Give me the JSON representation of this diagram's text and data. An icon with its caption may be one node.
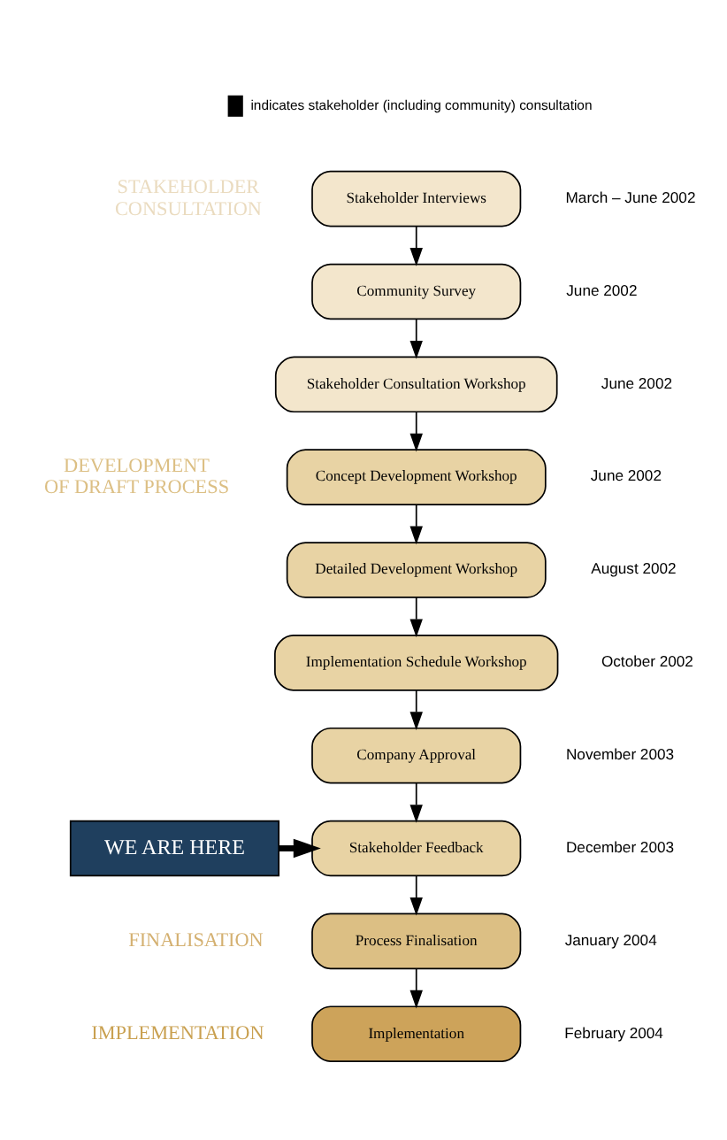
{
  "diagram": {
    "nodes": [
      {
        "text": [
          "Stakeholder Interviews"
        ],
        "beside": [
          "March – June 2002"
        ]
      },
      {
        "text": [
          "Community Survey"
        ],
        "beside": [
          "June 2002"
        ]
      },
      {
        "text": [
          "Stakeholder Consultation Workshop"
        ],
        "beside": [
          "June 2002"
        ]
      },
      {
        "text": [
          "Concept Development Workshop"
        ],
        "beside": [
          "June 2002"
        ]
      },
      {
        "text": [
          "Detailed Development Workshop"
        ],
        "beside": [
          "August 2002"
        ]
      },
      {
        "text": [
          "Implementation Schedule Workshop"
        ],
        "beside": [
          "October 2002"
        ]
      },
      {
        "text": [
          "Company Approval"
        ],
        "beside": [
          "November 2003"
        ]
      },
      {
        "text": [
          "Stakeholder Feedback"
        ],
        "beside": [
          "December 2003"
        ]
      },
      {
        "text": [
          "Process Finalisation"
        ],
        "beside": [
          "January 2004"
        ]
      },
      {
        "text": [
          "Implementation"
        ],
        "beside": [
          "February 2004"
        ]
      },
      {
        "text": [
          "WE ARE HERE"
        ]
      }
    ],
    "edges": [
      {
        "from": 0,
        "to": 1,
        "arrow": "to"
      },
      {
        "from": 1,
        "to": 2,
        "arrow": "to"
      },
      {
        "from": 2,
        "to": 3,
        "arrow": "to"
      },
      {
        "from": 3,
        "to": 4,
        "arrow": "to"
      },
      {
        "from": 4,
        "to": 5,
        "arrow": "to"
      },
      {
        "from": 5,
        "to": 6,
        "arrow": "to"
      },
      {
        "from": 6,
        "to": 7,
        "arrow": "to"
      },
      {
        "from": 10,
        "to": 7,
        "arrow": "to",
        "style": "thick"
      },
      {
        "from": 7,
        "to": 8,
        "arrow": "to"
      },
      {
        "from": 8,
        "to": 9,
        "arrow": "to"
      }
    ],
    "labels": [
      "STAKEHOLDER CONSULTATION",
      "DEVELOPMENT OF DRAFT PROCESS",
      "FINALISATION",
      "IMPLEMENTATION"
    ],
    "legend": [
      {
        "text": "indicates stakeholder (including community) consultation"
      }
    ]
  }
}
